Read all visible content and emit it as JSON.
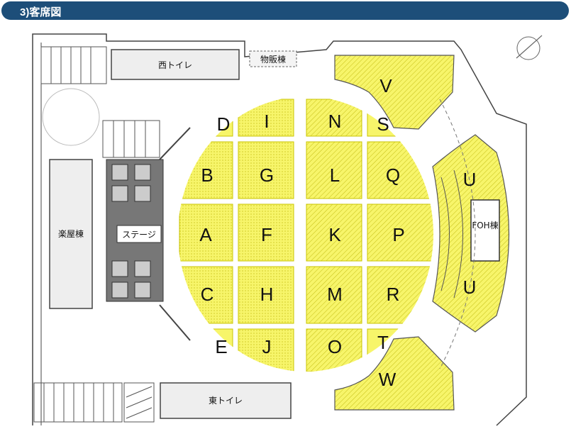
{
  "header": {
    "title": "3)客席図"
  },
  "facilities": {
    "west_toilet": "西トイレ",
    "east_toilet": "東トイレ",
    "merch": "物販棟",
    "dressing": "楽屋棟",
    "stage": "ステージ",
    "foh": "FOH棟"
  },
  "blocks": [
    "A",
    "B",
    "C",
    "D",
    "E",
    "F",
    "G",
    "H",
    "I",
    "J",
    "K",
    "L",
    "M",
    "N",
    "O",
    "P",
    "Q",
    "R",
    "S",
    "T",
    "U",
    "V",
    "W"
  ],
  "colors": {
    "seat": "#f7f56a",
    "seat_stroke": "#c9c400",
    "banner": "#1d4e79"
  }
}
